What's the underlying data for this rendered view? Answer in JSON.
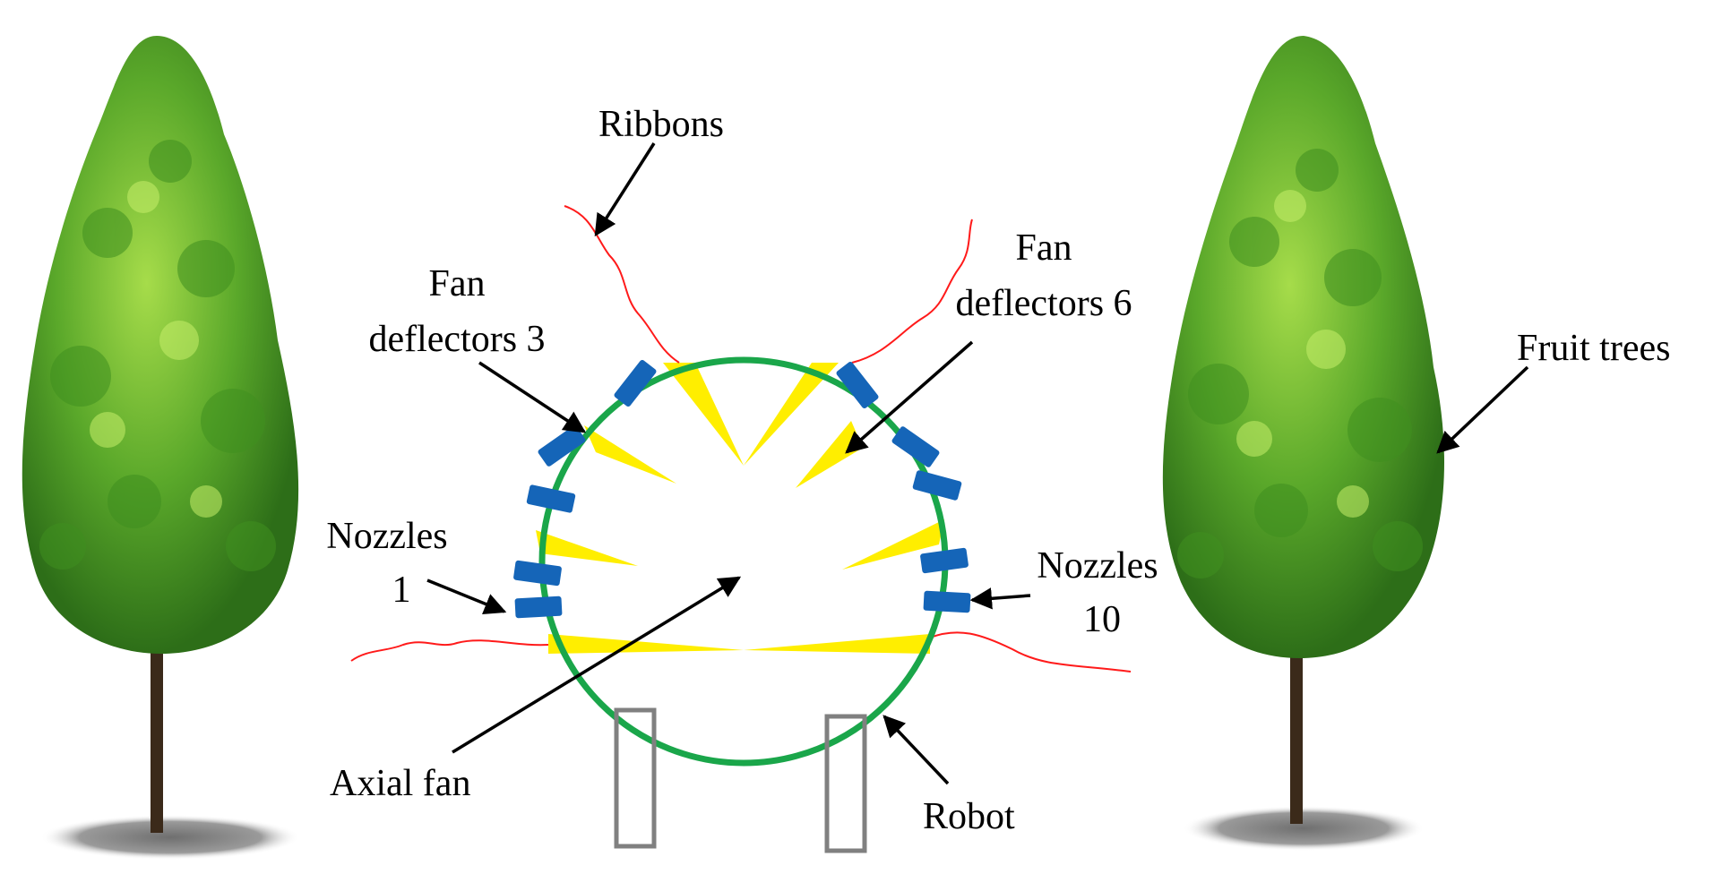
{
  "diagram": {
    "labels": {
      "ribbons": "Ribbons",
      "fan_deflectors_3": [
        "Fan",
        "deflectors 3"
      ],
      "fan_deflectors_6": [
        "Fan",
        "deflectors 6"
      ],
      "fruit_trees": "Fruit trees",
      "nozzles_1": [
        "Nozzles",
        "1"
      ],
      "nozzles_10": [
        "Nozzles",
        "10"
      ],
      "axial_fan": "Axial fan",
      "robot": "Robot"
    },
    "colors": {
      "ring": "#1aa64a",
      "nozzle": "#1565b8",
      "deflector": "#ffee00",
      "ribbon": "#ff1a1a",
      "robot_outline": "#808080",
      "arrow": "#000000",
      "foliage_dark": "#2e7d1e",
      "foliage_light": "#7cc22e",
      "trunk": "#3b2a1a",
      "shadow": "#8a8a8a"
    },
    "icons": [
      "tree-icon",
      "nozzle-icon",
      "deflector-icon",
      "ribbon-icon",
      "arrow-icon"
    ]
  }
}
